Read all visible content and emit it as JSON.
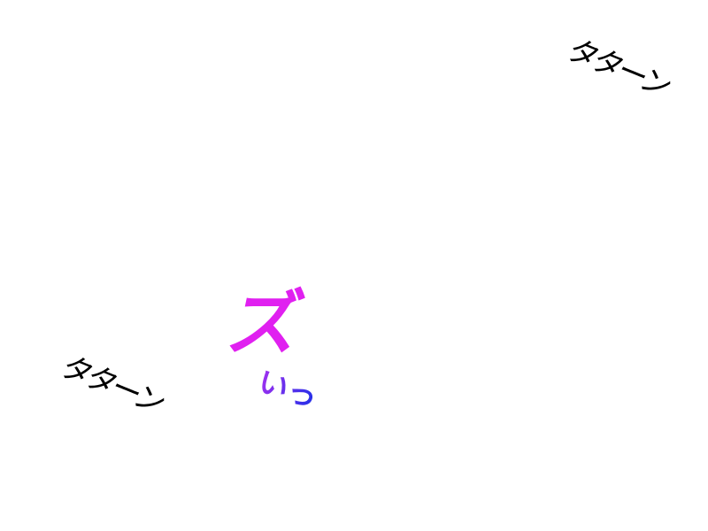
{
  "sound_effects": {
    "tatan_top": "タターン",
    "tatan_bottom": "タターン",
    "zui_main": "ズ",
    "zui_tail": "いっ"
  },
  "colors": {
    "background": "#ffffff",
    "tatan": "#000000",
    "zui_magenta": "#e020f0",
    "zui_blue": "#2030e8"
  }
}
